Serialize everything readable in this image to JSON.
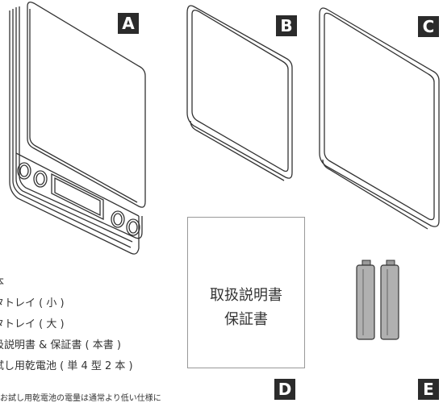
{
  "labels": {
    "A": "A",
    "B": "B",
    "C": "C",
    "D": "D",
    "E": "E"
  },
  "manual": {
    "title": "取扱説明書",
    "subtitle": "保証書"
  },
  "contents": [
    "本",
    "タトレイ ( 小 )",
    "タトレイ ( 大 )",
    "扱説明書 & 保証書 ( 本書 )",
    "試し用乾電池 ( 単 4 型 2 本 )"
  ],
  "footnote": "お試し用乾電池の電量は通常より低い仕様に",
  "colors": {
    "badge": "#2b2b2b",
    "outline": "#333333",
    "battery": "#b0b0b0"
  }
}
